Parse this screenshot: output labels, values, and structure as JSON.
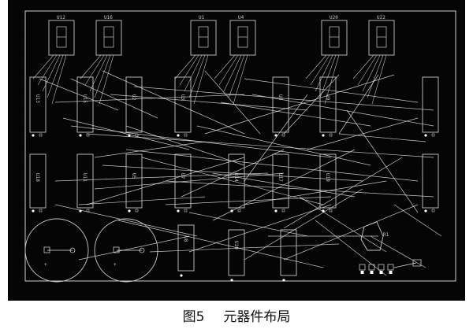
{
  "pcb": {
    "background_color": "#050505",
    "outline_color": "#cfcfcf",
    "wire_color": "#e8e8e8",
    "component_color": "#c8c8c8",
    "grid_color": "#3a3a3a",
    "display_labels": [
      "U12",
      "U16",
      "U1",
      "U4",
      "U20",
      "U22"
    ],
    "row1_labels": [
      "U13",
      "U15",
      "U2",
      "U3",
      "U6",
      "U9"
    ],
    "row2_labels": [
      "U18",
      "U11",
      "U5",
      "U7",
      "U14",
      "U17",
      "U19"
    ],
    "row3_labels": [
      "U8",
      "U10"
    ],
    "small_label": "R1",
    "plus_sign": "+"
  },
  "caption": {
    "figure_number": "图5",
    "title": "元器件布局"
  }
}
